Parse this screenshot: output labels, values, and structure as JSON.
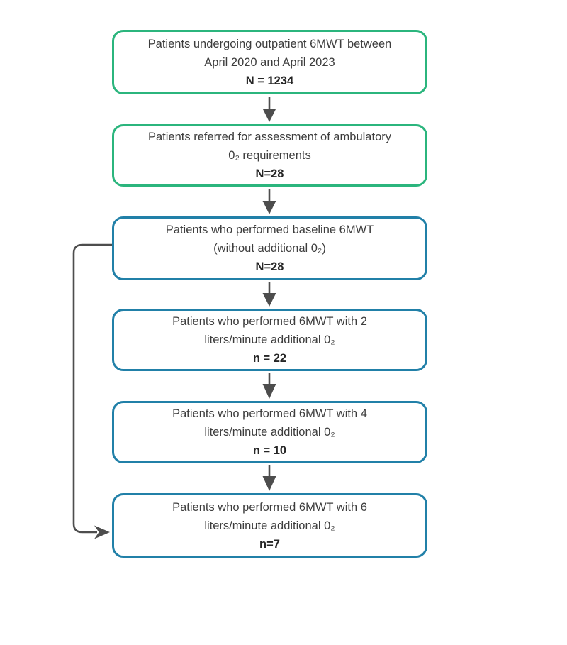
{
  "diagram": {
    "type": "patient-flowchart",
    "boxes": [
      {
        "id": "outpatient-6mwt",
        "variant": "green",
        "lines": [
          "Patients undergoing outpatient 6MWT between",
          "April 2020 and April 2023"
        ],
        "count": "N = 1234"
      },
      {
        "id": "referred-ambulatory-o2",
        "variant": "green",
        "lines": [
          "Patients referred for assessment of ambulatory",
          "0₂ requirements"
        ],
        "count": "N=28"
      },
      {
        "id": "baseline-6mwt",
        "variant": "blue",
        "lines": [
          "Patients who performed baseline 6MWT",
          "(without additional 0₂)"
        ],
        "count": "N=28"
      },
      {
        "id": "6mwt-2l",
        "variant": "blue",
        "lines": [
          "Patients who performed 6MWT with 2",
          "liters/minute additional 0₂"
        ],
        "count": "n = 22"
      },
      {
        "id": "6mwt-4l",
        "variant": "blue",
        "lines": [
          "Patients who performed 6MWT with 4",
          "liters/minute additional 0₂"
        ],
        "count": "n = 10"
      },
      {
        "id": "6mwt-6l",
        "variant": "blue",
        "lines": [
          "Patients who performed 6MWT with 6",
          "liters/minute additional 0₂"
        ],
        "count": "n=7"
      }
    ],
    "connectors": [
      {
        "from": "outpatient-6mwt",
        "to": "referred-ambulatory-o2",
        "style": "straight-down"
      },
      {
        "from": "referred-ambulatory-o2",
        "to": "baseline-6mwt",
        "style": "straight-down"
      },
      {
        "from": "baseline-6mwt",
        "to": "6mwt-2l",
        "style": "straight-down"
      },
      {
        "from": "6mwt-2l",
        "to": "6mwt-4l",
        "style": "straight-down"
      },
      {
        "from": "6mwt-4l",
        "to": "6mwt-6l",
        "style": "straight-down"
      },
      {
        "from": "baseline-6mwt",
        "to": "6mwt-6l",
        "style": "left-loop"
      }
    ],
    "colors": {
      "green_border": "#2bb57d",
      "blue_border": "#2180a8",
      "arrow": "#4d4d4d",
      "text": "#3d3d3d",
      "count_text": "#262626",
      "background": "#ffffff"
    }
  }
}
